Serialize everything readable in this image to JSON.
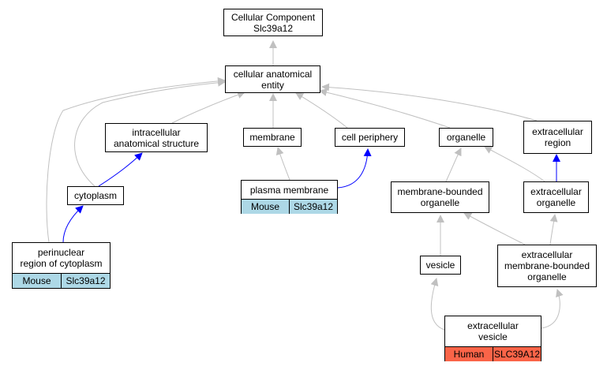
{
  "nodes": {
    "cellular_component": {
      "label": "Cellular Component\nSlc39a12"
    },
    "cellular_anatomical_entity": {
      "label": "cellular anatomical\nentity"
    },
    "intracellular_anatomical_structure": {
      "label": "intracellular\nanatomical structure"
    },
    "membrane": {
      "label": "membrane"
    },
    "cell_periphery": {
      "label": "cell periphery"
    },
    "organelle": {
      "label": "organelle"
    },
    "extracellular_region": {
      "label": "extracellular\nregion"
    },
    "cytoplasm": {
      "label": "cytoplasm"
    },
    "plasma_membrane": {
      "label": "plasma membrane",
      "species": "Mouse",
      "gene": "Slc39a12"
    },
    "membrane_bounded_organelle": {
      "label": "membrane-bounded\norganelle"
    },
    "extracellular_organelle": {
      "label": "extracellular\norganelle"
    },
    "perinuclear_region": {
      "label": "perinuclear\nregion of cytoplasm",
      "species": "Mouse",
      "gene": "Slc39a12"
    },
    "vesicle": {
      "label": "vesicle"
    },
    "extracellular_membrane_bounded_organelle": {
      "label": "extracellular\nmembrane-bounded\norganelle"
    },
    "extracellular_vesicle": {
      "label": "extracellular\nvesicle",
      "species": "Human",
      "gene": "SLC39A12"
    }
  },
  "edge_colors": {
    "is_a": "#c0c0c0",
    "part_of": "#0000ff"
  },
  "annotation_colors": {
    "mouse": "#add8e6",
    "human": "#fa6448"
  }
}
